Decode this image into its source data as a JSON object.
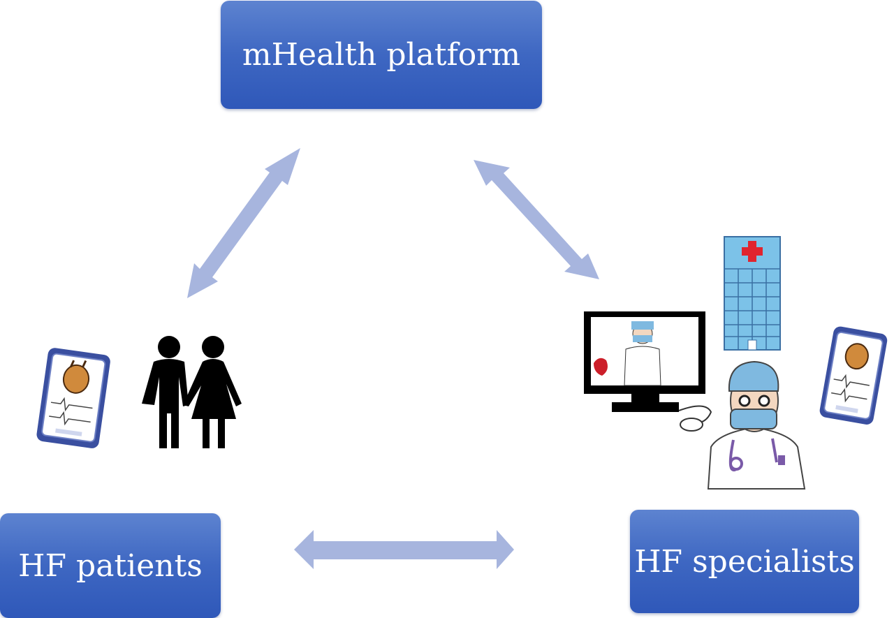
{
  "nodes": {
    "platform": "mHealth platform",
    "patients": "HF patients",
    "specialists": "HF specialists"
  },
  "colors": {
    "box": "#3f68c2",
    "arrow": "#a7b5de",
    "icon_outline": "#3a4fa0"
  },
  "icons": [
    "heart-monitor-phone-icon",
    "couple-icon",
    "telemedicine-monitor-icon",
    "hospital-building-icon",
    "doctor-icon"
  ]
}
